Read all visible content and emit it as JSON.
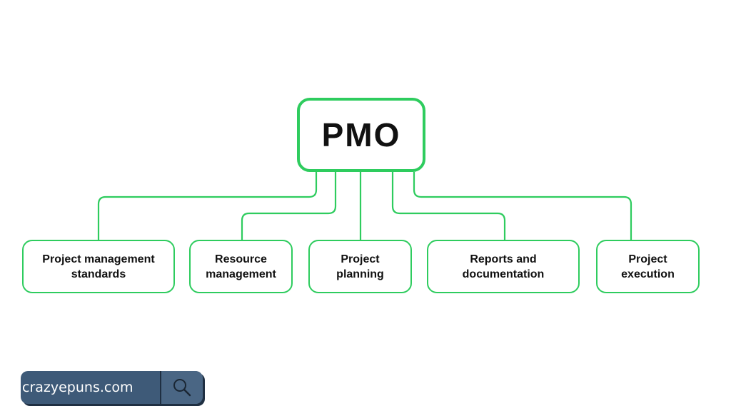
{
  "diagram": {
    "root": {
      "label": "PMO"
    },
    "children": [
      {
        "label": "Project management\nstandards"
      },
      {
        "label": "Resource\nmanagement"
      },
      {
        "label": "Project\nplanning"
      },
      {
        "label": "Reports and\ndocumentation"
      },
      {
        "label": "Project\nexecution"
      }
    ],
    "accent_color": "#2ecc5e",
    "text_color": "#111111"
  },
  "watermark": {
    "site": "crazyepuns.com",
    "icon": "search-icon",
    "background_color": "#3e5a78"
  }
}
